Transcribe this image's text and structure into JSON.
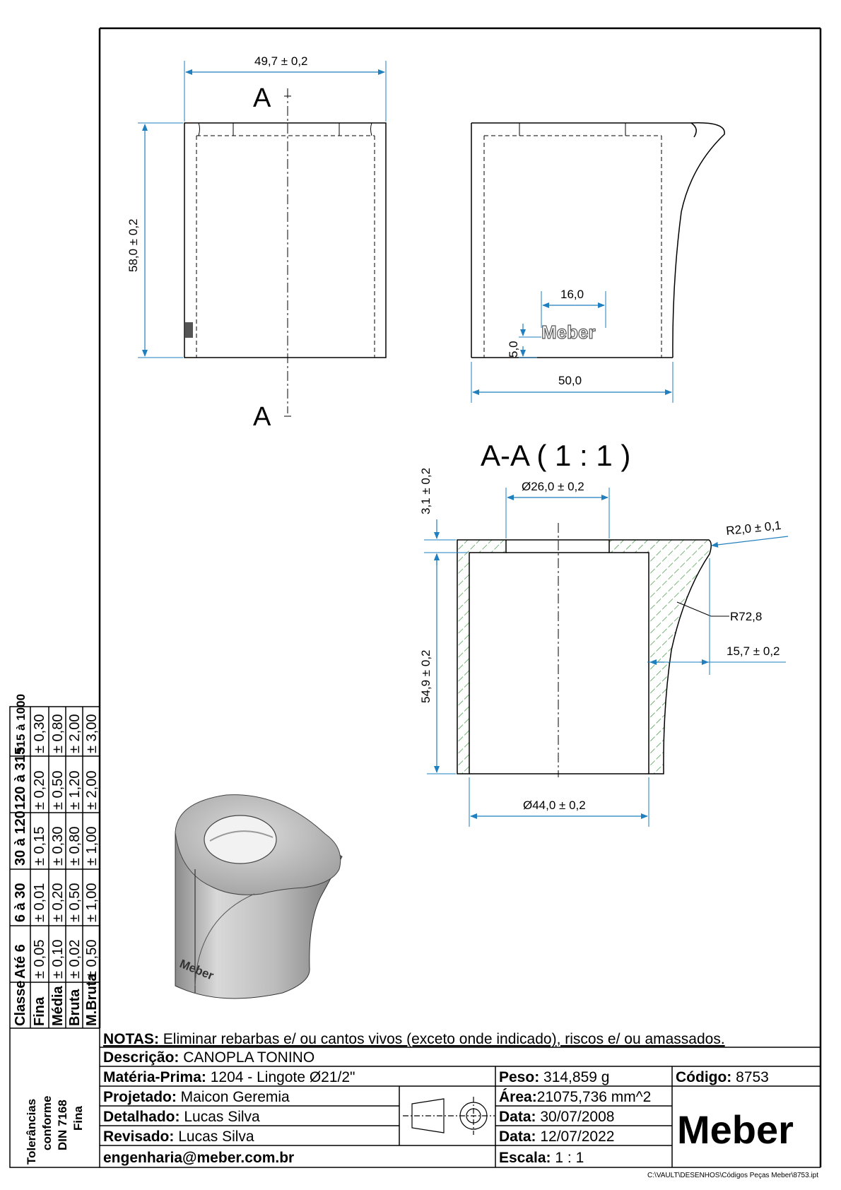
{
  "views": {
    "front": {
      "section_marker": "A",
      "dim_width": "49,7 ± 0,2",
      "dim_height": "58,0 ± 0,2"
    },
    "side": {
      "dim_logo_width": "16,0",
      "dim_logo_height": "5,0",
      "dim_width": "50,0",
      "logo_text": "Meber"
    },
    "section": {
      "title": "A-A  ( 1 : 1 )",
      "dim_top_thickness": "3,1 ± 0,2",
      "dim_hole": "Ø26,0 ± 0,2",
      "dim_corner_radius": "R2,0 ± 0,1",
      "dim_curve_radius": "R72,8",
      "dim_offset": "15,7 ± 0,2",
      "dim_inner_height": "54,9 ± 0,2",
      "dim_outer_diameter": "Ø44,0 ± 0,2"
    },
    "iso": {
      "logo_text": "Meber"
    }
  },
  "tolerance_table": {
    "caption_lines": [
      "Tolerâncias",
      "conforme",
      "DIN 7168",
      "Fina"
    ],
    "header_label": "Classe",
    "ranges": [
      "Até 6",
      "6 à 30",
      "30 à 120",
      "120 à 315",
      "315 à 1000"
    ],
    "classes": [
      {
        "name": "Fina",
        "values": [
          "± 0,05",
          "± 0,01",
          "± 0,15",
          "± 0,20",
          "± 0,30"
        ]
      },
      {
        "name": "Média",
        "values": [
          "± 0,10",
          "± 0,20",
          "± 0,30",
          "± 0,50",
          "± 0,80"
        ]
      },
      {
        "name": "Bruta",
        "values": [
          "± 0,02",
          "± 0,50",
          "± 0,80",
          "± 1,20",
          "± 2,00"
        ]
      },
      {
        "name": "M.Bruta",
        "values": [
          "± 0,50",
          "± 1,00",
          "± 1,00",
          "± 2,00",
          "± 3,00"
        ]
      }
    ]
  },
  "title_block": {
    "notes_label": "NOTAS:",
    "notes_text": " Eliminar rebarbas e/ ou cantos vivos (exceto onde indicado), riscos e/ ou amassados.",
    "descricao_label": "Descrição:",
    "descricao_value": " CANOPLA TONINO",
    "materia_label": "Matéria-Prima:",
    "materia_value": " 1204 - Lingote Ø21/2\"",
    "peso_label": "Peso:",
    "peso_value": " 314,859 g",
    "codigo_label": "Código:",
    "codigo_value": " 8753",
    "projetado_label": "Projetado:",
    "projetado_value": " Maicon Geremia",
    "area_label": "Área:",
    "area_value": "21075,736 mm^2",
    "detalhado_label": "Detalhado:",
    "detalhado_value": " Lucas Silva",
    "data1_label": "Data:",
    "data1_value": " 30/07/2008",
    "revisado_label": "Revisado:",
    "revisado_value": " Lucas Silva",
    "data2_label": "Data:",
    "data2_value": " 12/07/2022",
    "email": "engenharia@meber.com.br",
    "escala_label": "Escala:",
    "escala_value": " 1 : 1",
    "company": "Meber",
    "file_path": "C:\\VAULT\\DESENHOS\\Códigos Peças Meber\\8753.ipt"
  }
}
